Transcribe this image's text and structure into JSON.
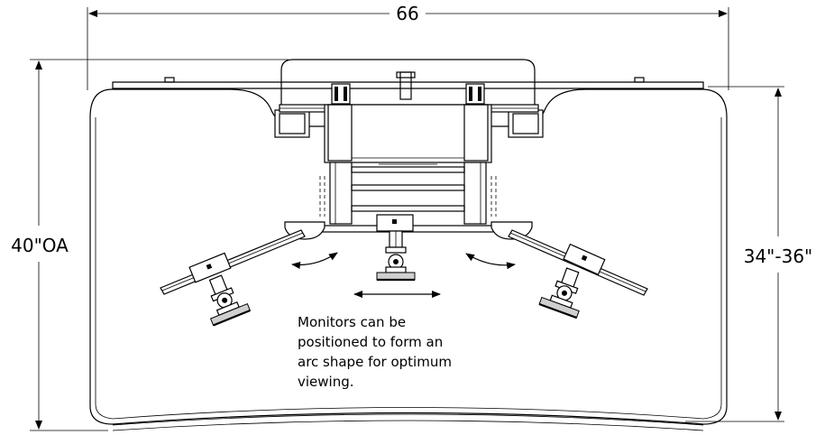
{
  "dimensions": {
    "overall_width": "66",
    "overall_depth": "40\"OA",
    "adjustable_depth": "34\"-36\""
  },
  "note": {
    "lines": [
      "Monitors can be",
      "positioned to form an",
      "arc shape for optimum",
      "viewing."
    ]
  }
}
